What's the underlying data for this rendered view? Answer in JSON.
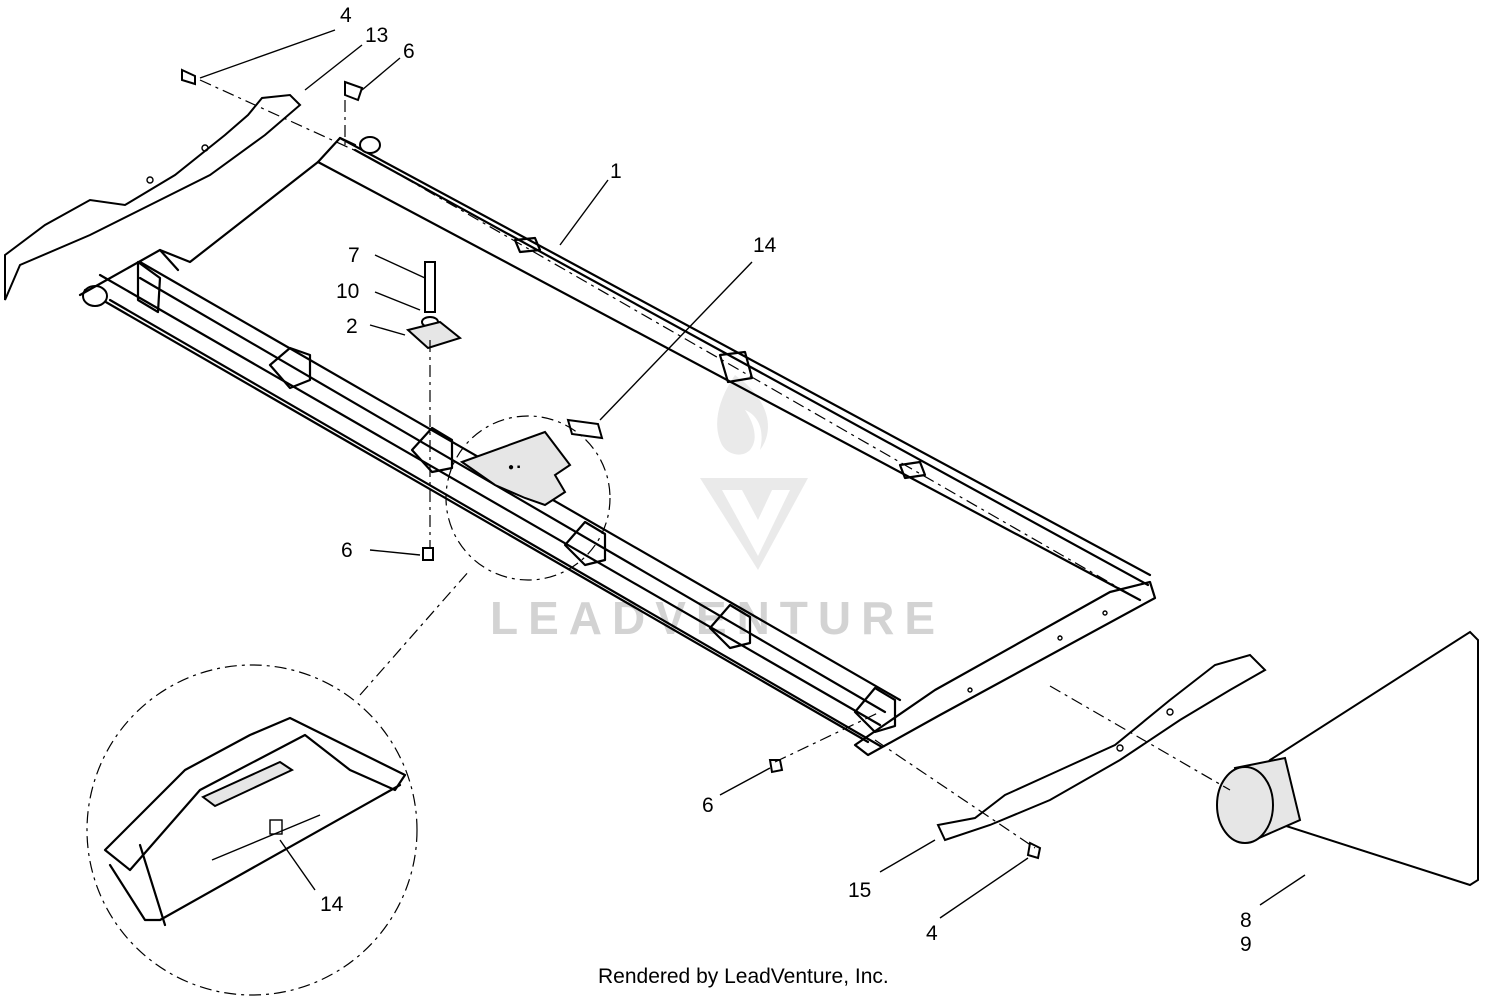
{
  "watermark": "LEADVENTURE",
  "footer": "Rendered by LeadVenture, Inc.",
  "callouts": {
    "c4_top": "4",
    "c13": "13",
    "c6_top": "6",
    "c1": "1",
    "c14_top": "14",
    "c7": "7",
    "c10": "10",
    "c2": "2",
    "c6_left": "6",
    "c6_bottom": "6",
    "c15": "15",
    "c4_bottom": "4",
    "c8": "8",
    "c9": "9",
    "c14_detail": "14"
  }
}
